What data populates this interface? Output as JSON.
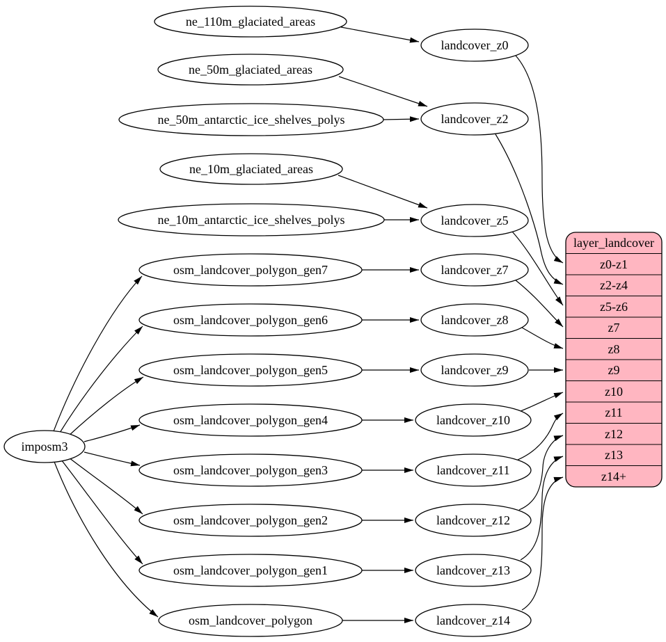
{
  "diagram": {
    "kind": "graphviz-dataflow-digraph",
    "colors": {
      "background": "#ffffff",
      "node_fill": "#ffffff",
      "node_stroke": "#000000",
      "edge_color": "#000000",
      "record_fill": "#ffb6c1",
      "text_color": "#000000"
    },
    "nodes": {
      "imposm3": "imposm3",
      "ne_110m_glaciated_areas": "ne_110m_glaciated_areas",
      "ne_50m_glaciated_areas": "ne_50m_glaciated_areas",
      "ne_50m_antarctic_ice_shelves_polys": "ne_50m_antarctic_ice_shelves_polys",
      "ne_10m_glaciated_areas": "ne_10m_glaciated_areas",
      "ne_10m_antarctic_ice_shelves_polys": "ne_10m_antarctic_ice_shelves_polys",
      "osm_landcover_polygon_gen7": "osm_landcover_polygon_gen7",
      "osm_landcover_polygon_gen6": "osm_landcover_polygon_gen6",
      "osm_landcover_polygon_gen5": "osm_landcover_polygon_gen5",
      "osm_landcover_polygon_gen4": "osm_landcover_polygon_gen4",
      "osm_landcover_polygon_gen3": "osm_landcover_polygon_gen3",
      "osm_landcover_polygon_gen2": "osm_landcover_polygon_gen2",
      "osm_landcover_polygon_gen1": "osm_landcover_polygon_gen1",
      "osm_landcover_polygon": "osm_landcover_polygon",
      "landcover_z0": "landcover_z0",
      "landcover_z2": "landcover_z2",
      "landcover_z5": "landcover_z5",
      "landcover_z7": "landcover_z7",
      "landcover_z8": "landcover_z8",
      "landcover_z9": "landcover_z9",
      "landcover_z10": "landcover_z10",
      "landcover_z11": "landcover_z11",
      "landcover_z12": "landcover_z12",
      "landcover_z13": "landcover_z13",
      "landcover_z14": "landcover_z14"
    },
    "record": {
      "title": "layer_landcover",
      "rows": [
        "z0-z1",
        "z2-z4",
        "z5-z6",
        "z7",
        "z8",
        "z9",
        "z10",
        "z11",
        "z12",
        "z13",
        "z14+"
      ]
    },
    "edges": [
      {
        "from": "imposm3",
        "to": "osm_landcover_polygon_gen7"
      },
      {
        "from": "imposm3",
        "to": "osm_landcover_polygon_gen6"
      },
      {
        "from": "imposm3",
        "to": "osm_landcover_polygon_gen5"
      },
      {
        "from": "imposm3",
        "to": "osm_landcover_polygon_gen4"
      },
      {
        "from": "imposm3",
        "to": "osm_landcover_polygon_gen3"
      },
      {
        "from": "imposm3",
        "to": "osm_landcover_polygon_gen2"
      },
      {
        "from": "imposm3",
        "to": "osm_landcover_polygon_gen1"
      },
      {
        "from": "imposm3",
        "to": "osm_landcover_polygon"
      },
      {
        "from": "ne_110m_glaciated_areas",
        "to": "landcover_z0"
      },
      {
        "from": "ne_50m_glaciated_areas",
        "to": "landcover_z2"
      },
      {
        "from": "ne_50m_antarctic_ice_shelves_polys",
        "to": "landcover_z2"
      },
      {
        "from": "ne_10m_glaciated_areas",
        "to": "landcover_z5"
      },
      {
        "from": "ne_10m_antarctic_ice_shelves_polys",
        "to": "landcover_z5"
      },
      {
        "from": "osm_landcover_polygon_gen7",
        "to": "landcover_z7"
      },
      {
        "from": "osm_landcover_polygon_gen6",
        "to": "landcover_z8"
      },
      {
        "from": "osm_landcover_polygon_gen5",
        "to": "landcover_z9"
      },
      {
        "from": "osm_landcover_polygon_gen4",
        "to": "landcover_z10"
      },
      {
        "from": "osm_landcover_polygon_gen3",
        "to": "landcover_z11"
      },
      {
        "from": "osm_landcover_polygon_gen2",
        "to": "landcover_z12"
      },
      {
        "from": "osm_landcover_polygon_gen1",
        "to": "landcover_z13"
      },
      {
        "from": "osm_landcover_polygon",
        "to": "landcover_z14"
      },
      {
        "from": "landcover_z0",
        "to": "layer_landcover.z0-z1"
      },
      {
        "from": "landcover_z2",
        "to": "layer_landcover.z2-z4"
      },
      {
        "from": "landcover_z5",
        "to": "layer_landcover.z5-z6"
      },
      {
        "from": "landcover_z7",
        "to": "layer_landcover.z7"
      },
      {
        "from": "landcover_z8",
        "to": "layer_landcover.z8"
      },
      {
        "from": "landcover_z9",
        "to": "layer_landcover.z9"
      },
      {
        "from": "landcover_z10",
        "to": "layer_landcover.z10"
      },
      {
        "from": "landcover_z11",
        "to": "layer_landcover.z11"
      },
      {
        "from": "landcover_z12",
        "to": "layer_landcover.z12"
      },
      {
        "from": "landcover_z13",
        "to": "layer_landcover.z13"
      },
      {
        "from": "landcover_z14",
        "to": "layer_landcover.z14+"
      }
    ]
  }
}
